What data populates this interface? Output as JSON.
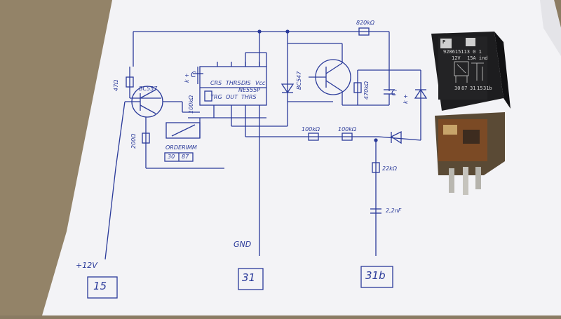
{
  "photo": {
    "subject": "",
    "colors": {
      "table": "#8a7b63",
      "paper": "#f4f4f6",
      "ink": "#2a3a9a",
      "relay_body": "#1d1d1f"
    }
  },
  "schematic": {
    "labels": {
      "r_top": "820kΩ",
      "r_left": "47Ω",
      "transistor_left": "BC557",
      "r_200": "200Ω",
      "relay_small": "ORDERIMM",
      "relay_small_pins": [
        "30",
        "87"
      ],
      "k_plus_left": "k +",
      "c_left": "C",
      "ic_name": "NE555P",
      "ic_pins_top": [
        "CRS",
        "THRS",
        "DIS",
        "Vcc"
      ],
      "ic_pins_bottom": [
        "TRG",
        "OUT",
        "THRS"
      ],
      "r_100_small": "100kΩ",
      "transistor_right": "BC547",
      "r_470": "470kΩ",
      "k_plus_right": "k +",
      "c_right": "C",
      "r_100a": "100kΩ",
      "r_100b": "100kΩ",
      "r_22k": "22kΩ",
      "c_22": "2,2nF",
      "supply": "+12V",
      "gnd": "GND",
      "term_15": "15",
      "term_31": "31",
      "term_31b": "31b"
    }
  },
  "relay": {
    "brand_mark": "P",
    "part_number": "928615113 0 1",
    "rating_voltage": "12V",
    "rating_current": "15A ind",
    "pins": [
      "30",
      "87",
      "31",
      "15",
      "31b"
    ]
  }
}
